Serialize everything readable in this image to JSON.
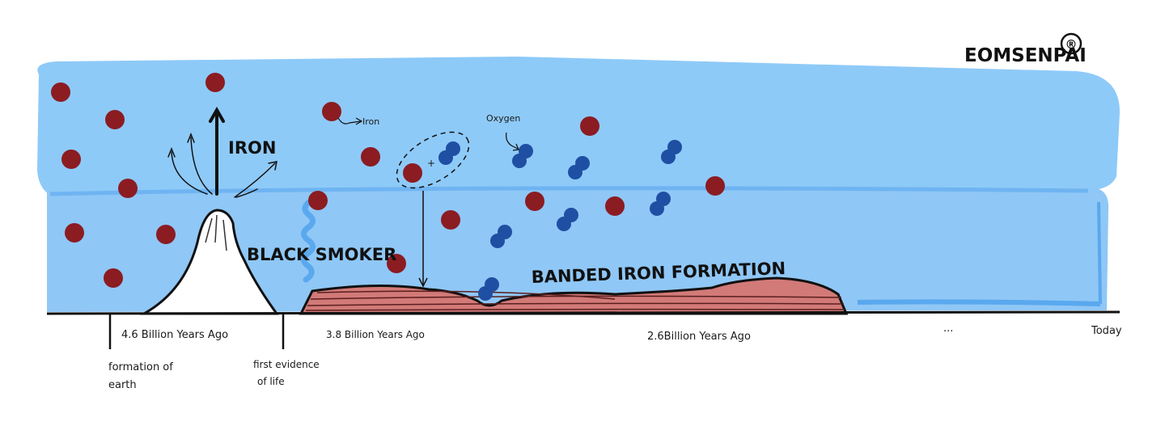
{
  "brand": {
    "text": "EOMSENPAI",
    "mark": "®"
  },
  "labels": {
    "iron_arrow": "IRON",
    "iron_small": "Iron",
    "oxygen_small": "Oxygen",
    "plus": "+",
    "black_smoker": "BLACK SMOKER",
    "banded_iron": "BANDED IRON FORMATION"
  },
  "timeline": {
    "ticks": [
      "4.6 Billion Years Ago",
      "3.8 Billion Years Ago",
      "2.6Billion Years Ago",
      "...",
      "Today"
    ],
    "events": {
      "earth_line1": "formation of",
      "earth_line2": "earth",
      "life_line1": "first evidence",
      "life_line2": "of life"
    }
  },
  "colors": {
    "ocean_upper": "#8ECAF8",
    "ocean_lower": "#8FC7F6",
    "ocean_edge": "#5AA8EE",
    "iron_particle": "#8B1C22",
    "oxygen_molecule": "#1F4FA3",
    "banded_iron": "#D27A78",
    "black_smoker": "#FFFFFF",
    "ink": "#111111"
  },
  "icons": {
    "iron": "iron-atom-icon",
    "oxygen": "oxygen-molecule-icon"
  }
}
